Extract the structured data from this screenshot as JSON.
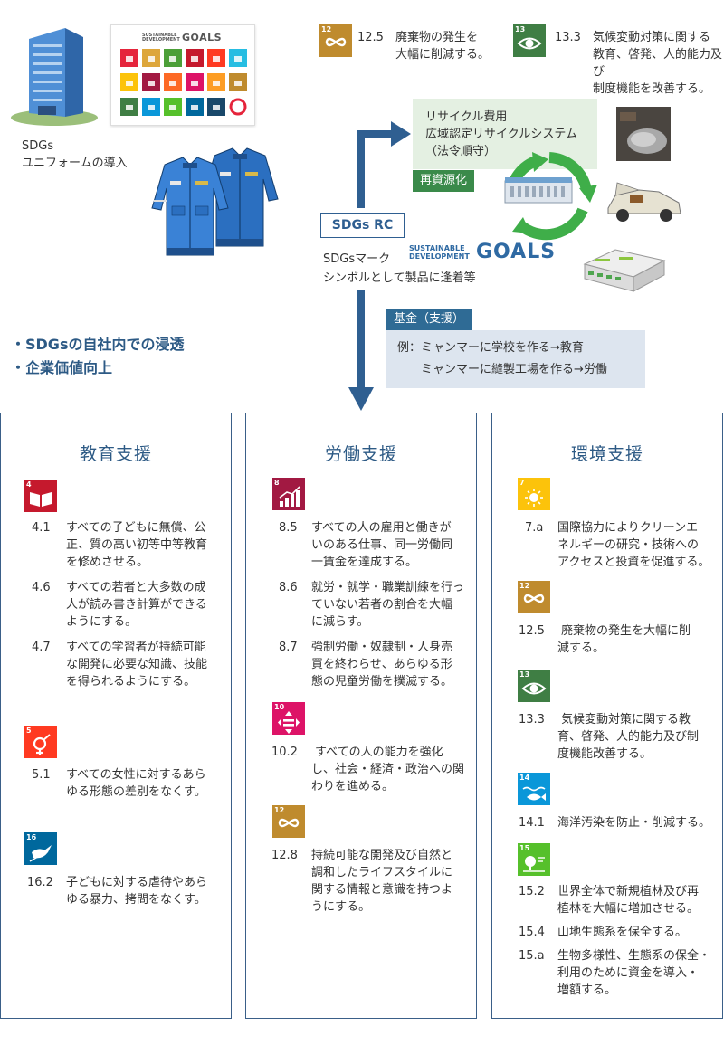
{
  "top_goals": [
    {
      "number": "12",
      "code": "12.5",
      "text_lines": [
        "廃棄物の発生を",
        "大幅に削減する。"
      ],
      "color": "#bf8b2e",
      "icon": "infinity-icon"
    },
    {
      "number": "13",
      "code": "13.3",
      "text_lines": [
        "気候変動対策に関する",
        "教育、啓発、人的能力及び",
        "制度機能を改善する。"
      ],
      "color": "#3f7e44",
      "icon": "eye-earth-icon"
    }
  ],
  "poster": {
    "logo_line1": "SUSTAINABLE",
    "logo_line2": "DEVELOPMENT",
    "logo_goals": "GOALS"
  },
  "uniform": {
    "line1": "SDGs",
    "line2": "ユニフォームの導入"
  },
  "recycle_box": {
    "lines": [
      "リサイクル費用",
      "広域認定リサイクルシステム",
      "（法令順守）"
    ]
  },
  "recycle_tag": "再資源化",
  "rc_label": "SDGs RC",
  "mark": {
    "line1": "SDGsマーク",
    "line2": "シンボルとして製品に逢着等",
    "logo_line1": "SUSTAINABLE",
    "logo_line2": "DEVELOPMENT",
    "logo_goals": "GOALS"
  },
  "fund_tag": "基金（支援）",
  "fund_box": {
    "line1": "例：ミャンマーに学校を作る→教育",
    "line2": "ミャンマーに縫製工場を作る→労働"
  },
  "benefits": [
    "・SDGsの自社内での浸透",
    "・企業価値向上"
  ],
  "columns": [
    {
      "title": "教育支援",
      "groups": [
        {
          "icon": {
            "number": "4",
            "color": "#c5192d",
            "name": "book-icon"
          },
          "items": [
            {
              "code": "4.1",
              "lines": [
                "すべての子どもに無償、公",
                "正、質の高い初等中等教育",
                "を修めさせる。"
              ]
            },
            {
              "code": "4.6",
              "lines": [
                "すべての若者と大多数の成",
                "人が読み書き計算ができる",
                "ようにする。"
              ]
            },
            {
              "code": "4.7",
              "lines": [
                "すべての学習者が持続可能",
                "な開発に必要な知識、技能",
                "を得られるようにする。"
              ]
            }
          ]
        },
        {
          "icon": {
            "number": "5",
            "color": "#ff3a21",
            "name": "gender-icon"
          },
          "items": [
            {
              "code": "5.1",
              "lines": [
                "すべての女性に対するあら",
                "ゆる形態の差別をなくす。"
              ]
            }
          ]
        },
        {
          "icon": {
            "number": "16",
            "color": "#00689d",
            "name": "dove-icon"
          },
          "items": [
            {
              "code": "16.2",
              "lines": [
                "子どもに対する虐待やあら",
                "ゆる暴力、拷問をなくす。"
              ]
            }
          ]
        }
      ]
    },
    {
      "title": "労働支援",
      "groups": [
        {
          "icon": {
            "number": "8",
            "color": "#a21942",
            "name": "growth-chart-icon"
          },
          "items": [
            {
              "code": "8.5",
              "lines": [
                "すべての人の雇用と働きが",
                "いのある仕事、同一労働同",
                "一賃金を達成する。"
              ]
            },
            {
              "code": "8.6",
              "lines": [
                "就労・就学・職業訓練を行っ",
                "ていない若者の割合を大幅",
                "に減らす。"
              ]
            },
            {
              "code": "8.7",
              "lines": [
                "強制労働・奴隷制・人身売",
                "買を終わらせ、あらゆる形",
                "態の児童労働を撲滅する。"
              ]
            }
          ]
        },
        {
          "icon": {
            "number": "10",
            "color": "#dd1367",
            "name": "equality-icon"
          },
          "items": [
            {
              "code": "10.2",
              "lines": [
                "すべての人の能力を強化",
                "し、社会・経済・政治への関",
                "わりを進める。"
              ]
            }
          ]
        },
        {
          "icon": {
            "number": "12",
            "color": "#bf8b2e",
            "name": "infinity-icon"
          },
          "items": [
            {
              "code": "12.8",
              "lines": [
                "持続可能な開発及び自然と",
                "調和したライフスタイルに",
                "関する情報と意識を持つよ",
                "うにする。"
              ]
            }
          ]
        }
      ]
    },
    {
      "title": "環境支援",
      "groups": [
        {
          "icon": {
            "number": "7",
            "color": "#fcc30b",
            "name": "sun-icon"
          },
          "items": [
            {
              "code": "7.a",
              "lines": [
                "国際協力によりクリーンエ",
                "ネルギーの研究・技術への",
                "アクセスと投資を促進する。"
              ]
            }
          ]
        },
        {
          "icon": {
            "number": "12",
            "color": "#bf8b2e",
            "name": "infinity-icon"
          },
          "items": [
            {
              "code": "12.5",
              "lines": [
                "廃棄物の発生を大幅に削",
                "減する。"
              ]
            }
          ]
        },
        {
          "icon": {
            "number": "13",
            "color": "#3f7e44",
            "name": "eye-earth-icon"
          },
          "items": [
            {
              "code": "13.3",
              "lines": [
                "気候変動対策に関する教",
                "育、啓発、人的能力及び制",
                "度機能改善する。"
              ]
            }
          ]
        },
        {
          "icon": {
            "number": "14",
            "color": "#0a97d9",
            "name": "fish-icon"
          },
          "items": [
            {
              "code": "14.1",
              "lines": [
                "海洋汚染を防止・削減する。"
              ]
            }
          ]
        },
        {
          "icon": {
            "number": "15",
            "color": "#56c02b",
            "name": "tree-icon"
          },
          "items": [
            {
              "code": "15.2",
              "lines": [
                "世界全体で新規植林及び再",
                "植林を大幅に増加させる。"
              ]
            },
            {
              "code": "15.4",
              "lines": [
                "山地生態系を保全する。"
              ]
            },
            {
              "code": "15.a",
              "lines": [
                "生物多様性、生態系の保全・",
                "利用のために資金を導入・",
                "増額する。"
              ]
            }
          ]
        }
      ]
    }
  ]
}
